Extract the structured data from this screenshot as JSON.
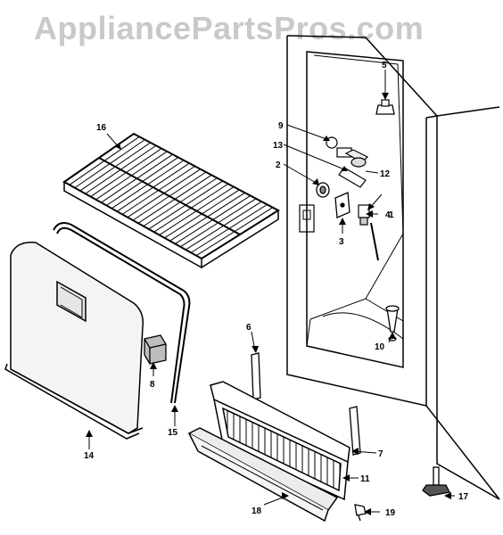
{
  "watermark": "AppliancePartsPros.com",
  "diagram": {
    "callouts": [
      {
        "id": "callout-1",
        "label": "1"
      },
      {
        "id": "callout-2",
        "label": "2"
      },
      {
        "id": "callout-3",
        "label": "3"
      },
      {
        "id": "callout-4",
        "label": "4"
      },
      {
        "id": "callout-5",
        "label": "5"
      },
      {
        "id": "callout-6",
        "label": "6"
      },
      {
        "id": "callout-7",
        "label": "7"
      },
      {
        "id": "callout-8",
        "label": "8"
      },
      {
        "id": "callout-9",
        "label": "9"
      },
      {
        "id": "callout-10",
        "label": "10"
      },
      {
        "id": "callout-11",
        "label": "11"
      },
      {
        "id": "callout-12",
        "label": "12"
      },
      {
        "id": "callout-13",
        "label": "13"
      },
      {
        "id": "callout-14",
        "label": "14"
      },
      {
        "id": "callout-15",
        "label": "15"
      },
      {
        "id": "callout-16",
        "label": "16"
      },
      {
        "id": "callout-17",
        "label": "17"
      },
      {
        "id": "callout-18",
        "label": "18"
      },
      {
        "id": "callout-19",
        "label": "19"
      }
    ],
    "colors": {
      "ink": "#000000",
      "watermark": "#c9c9c9",
      "panel": "#f4f4f4",
      "background": "#ffffff"
    }
  }
}
